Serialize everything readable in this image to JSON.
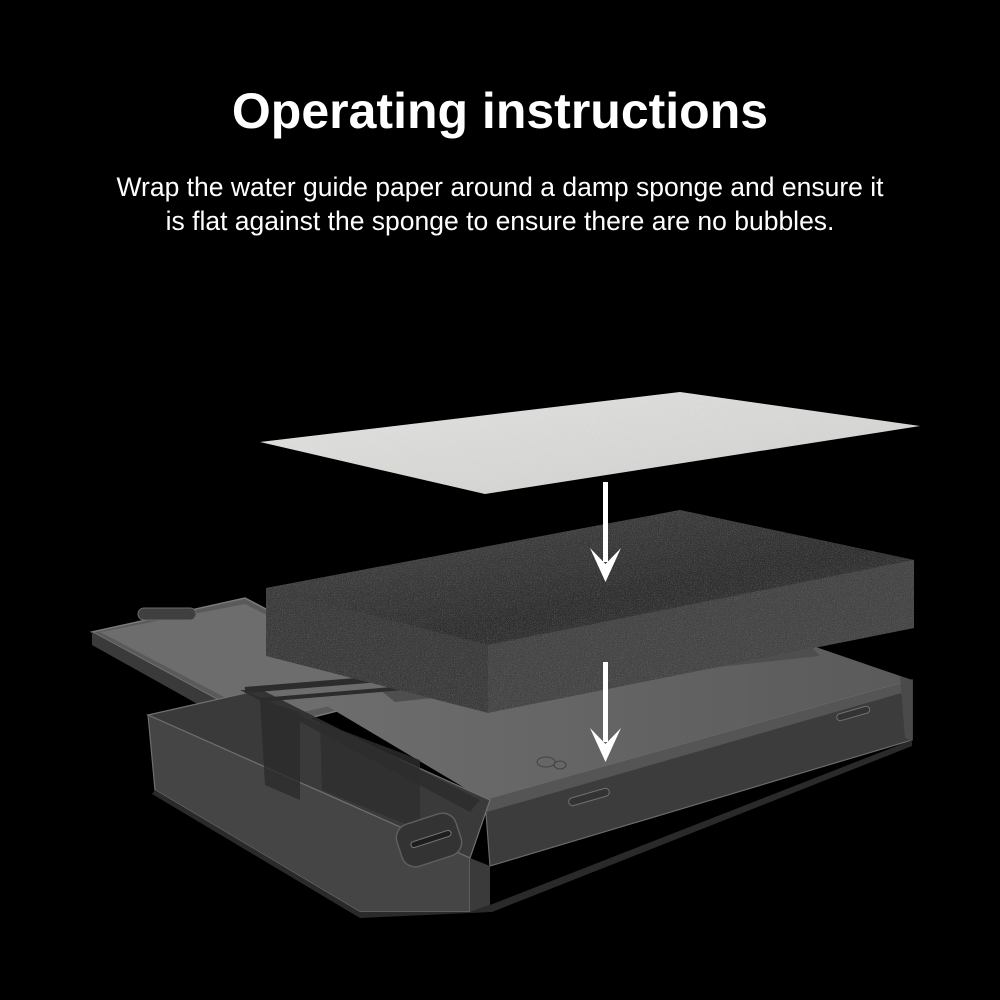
{
  "header": {
    "title": "Operating instructions",
    "description_lines": [
      "Wrap the water guide paper around a damp sponge and ensure it",
      "is flat against the sponge to ensure there are no bubbles."
    ]
  },
  "illustration": {
    "layers": [
      "water-guide-paper",
      "sponge",
      "storage-box"
    ],
    "arrows": [
      "down-arrow",
      "down-arrow"
    ],
    "colors": {
      "background": "#000000",
      "paper": "#d8d8d6",
      "sponge": "#3a3a3a",
      "box": "#555555",
      "arrow": "#ffffff"
    }
  }
}
